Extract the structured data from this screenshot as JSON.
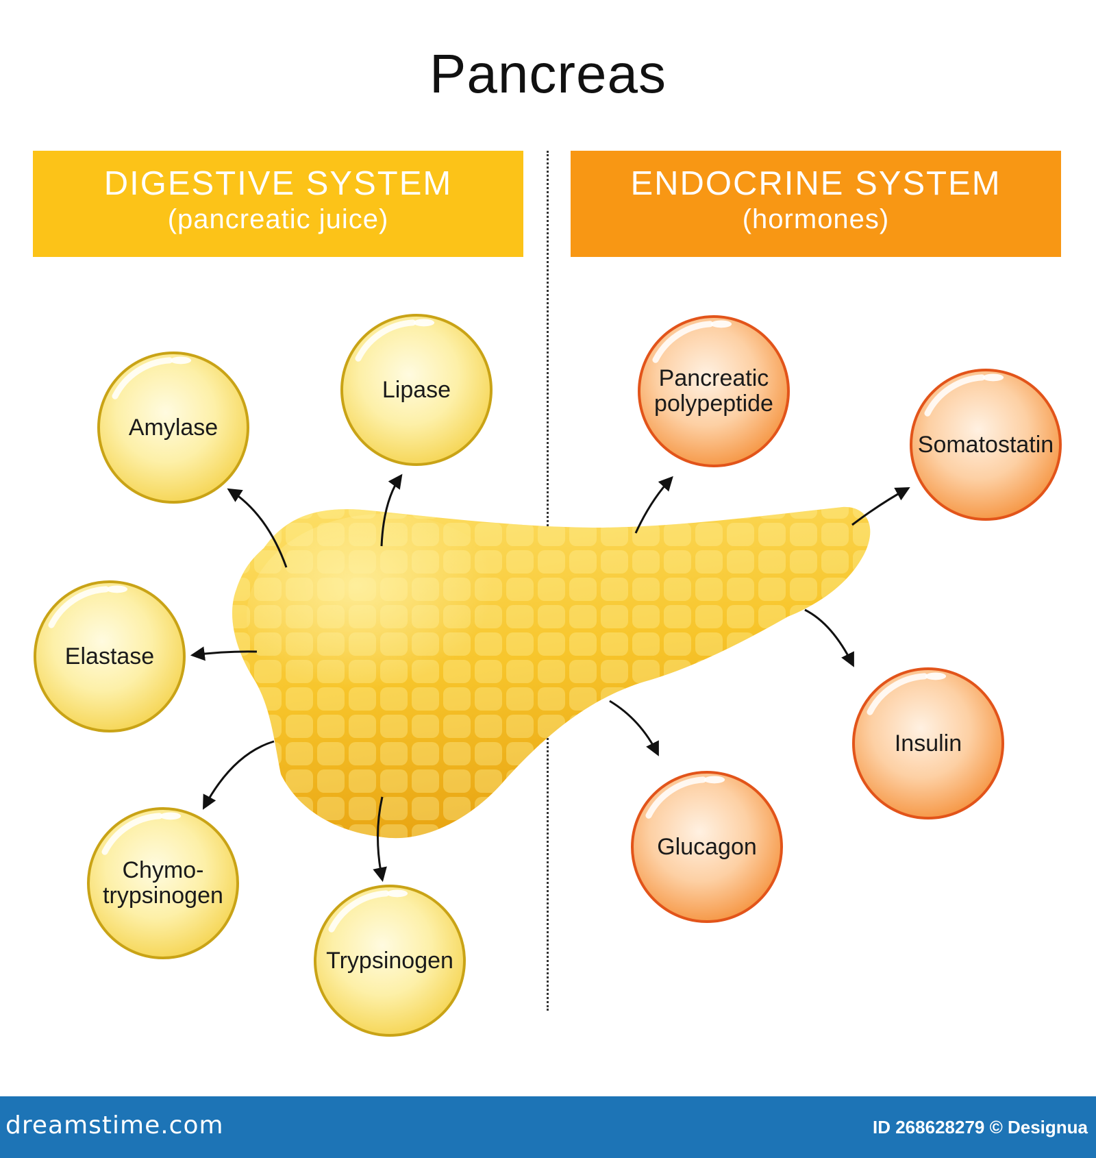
{
  "title": "Pancreas",
  "sections": {
    "digestive": {
      "heading": "DIGESTIVE SYSTEM",
      "subheading": "(pancreatic juice)",
      "color": "#fcc318"
    },
    "endocrine": {
      "heading": "ENDOCRINE SYSTEM",
      "subheading": "(hormones)",
      "color": "#f89714"
    }
  },
  "enzymes": [
    {
      "id": "amylase",
      "label": "Amylase"
    },
    {
      "id": "lipase",
      "label": "Lipase"
    },
    {
      "id": "elastase",
      "label": "Elastase"
    },
    {
      "id": "chymotrypsinogen",
      "label": "Chymo-\ntrypsinogen"
    },
    {
      "id": "trypsinogen",
      "label": "Trypsinogen"
    }
  ],
  "hormones": [
    {
      "id": "pancreatic-polypeptide",
      "label": "Pancreatic\npolypeptide"
    },
    {
      "id": "somatostatin",
      "label": "Somatostatin"
    },
    {
      "id": "insulin",
      "label": "Insulin"
    },
    {
      "id": "glucagon",
      "label": "Glucagon"
    }
  ],
  "colors": {
    "enzyme_fill": "#fbe98c",
    "enzyme_stroke": "#c9a316",
    "hormone_fill": "#fbb276",
    "hormone_stroke": "#e2541a",
    "organ": "#f8c832"
  },
  "footer": {
    "site": "dreamstime.com",
    "id": "ID 268628279 © Designua"
  }
}
